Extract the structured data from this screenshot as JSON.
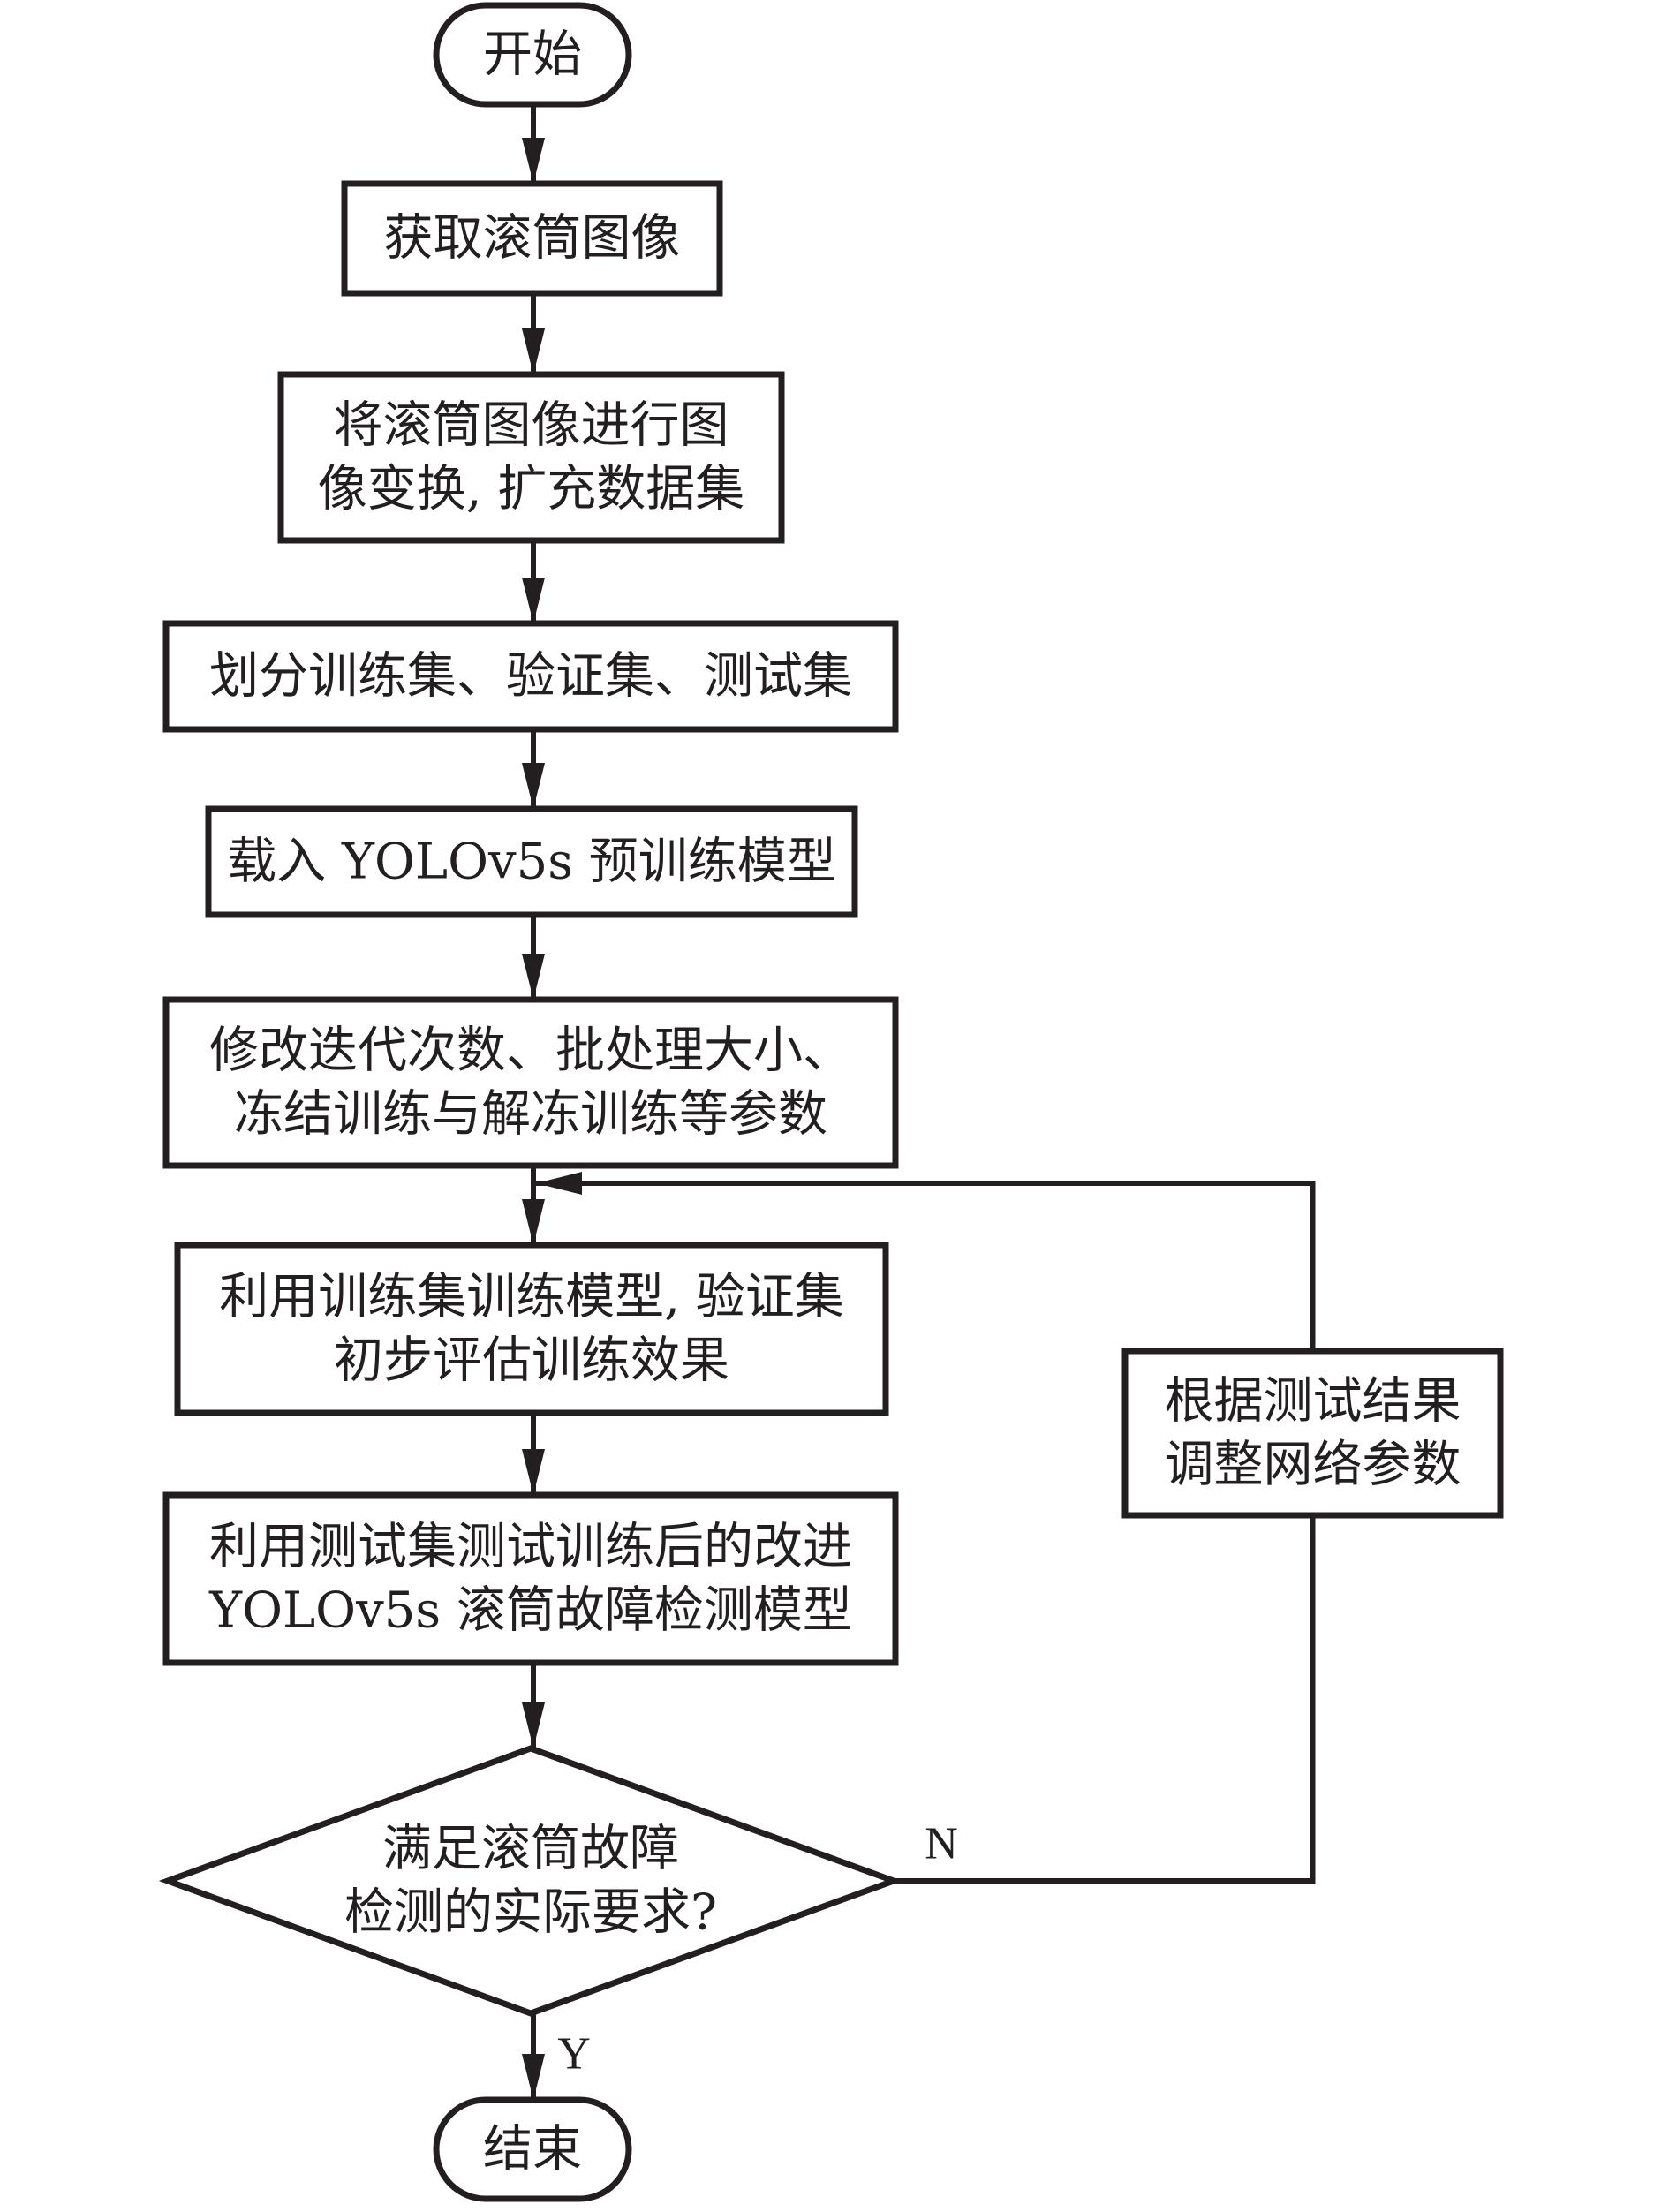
{
  "diagram": {
    "type": "flowchart",
    "colors": {
      "stroke": "#231f20",
      "background": "#ffffff",
      "text": "#231f20"
    },
    "nodes": [
      {
        "id": "start",
        "kind": "terminator",
        "lines": [
          "开始"
        ]
      },
      {
        "id": "acquire",
        "kind": "process",
        "lines": [
          "获取滚筒图像"
        ]
      },
      {
        "id": "augment",
        "kind": "process",
        "lines": [
          "将滚筒图像进行图",
          "像变换, 扩充数据集"
        ]
      },
      {
        "id": "split",
        "kind": "process",
        "lines": [
          "划分训练集、验证集、测试集"
        ]
      },
      {
        "id": "load",
        "kind": "process",
        "lines": [
          "载入 YOLOv5s 预训练模型"
        ]
      },
      {
        "id": "params",
        "kind": "process",
        "lines": [
          "修改迭代次数、批处理大小、",
          "冻结训练与解冻训练等参数"
        ]
      },
      {
        "id": "train",
        "kind": "process",
        "lines": [
          "利用训练集训练模型, 验证集",
          "初步评估训练效果"
        ]
      },
      {
        "id": "test",
        "kind": "process",
        "lines": [
          "利用测试集测试训练后的改进",
          "YOLOv5s 滚筒故障检测模型"
        ]
      },
      {
        "id": "decision",
        "kind": "decision",
        "lines": [
          "满足滚筒故障",
          "检测的实际要求?"
        ]
      },
      {
        "id": "adjust",
        "kind": "process",
        "lines": [
          "根据测试结果",
          "调整网络参数"
        ]
      },
      {
        "id": "end",
        "kind": "terminator",
        "lines": [
          "结束"
        ]
      }
    ],
    "edges": [
      {
        "from": "start",
        "to": "acquire",
        "label": ""
      },
      {
        "from": "acquire",
        "to": "augment",
        "label": ""
      },
      {
        "from": "augment",
        "to": "split",
        "label": ""
      },
      {
        "from": "split",
        "to": "load",
        "label": ""
      },
      {
        "from": "load",
        "to": "params",
        "label": ""
      },
      {
        "from": "params",
        "to": "train",
        "label": ""
      },
      {
        "from": "train",
        "to": "test",
        "label": ""
      },
      {
        "from": "test",
        "to": "decision",
        "label": ""
      },
      {
        "from": "decision",
        "to": "end",
        "label": "Y"
      },
      {
        "from": "decision",
        "to": "adjust",
        "label": "N"
      },
      {
        "from": "adjust",
        "to": "train",
        "label": ""
      }
    ]
  }
}
